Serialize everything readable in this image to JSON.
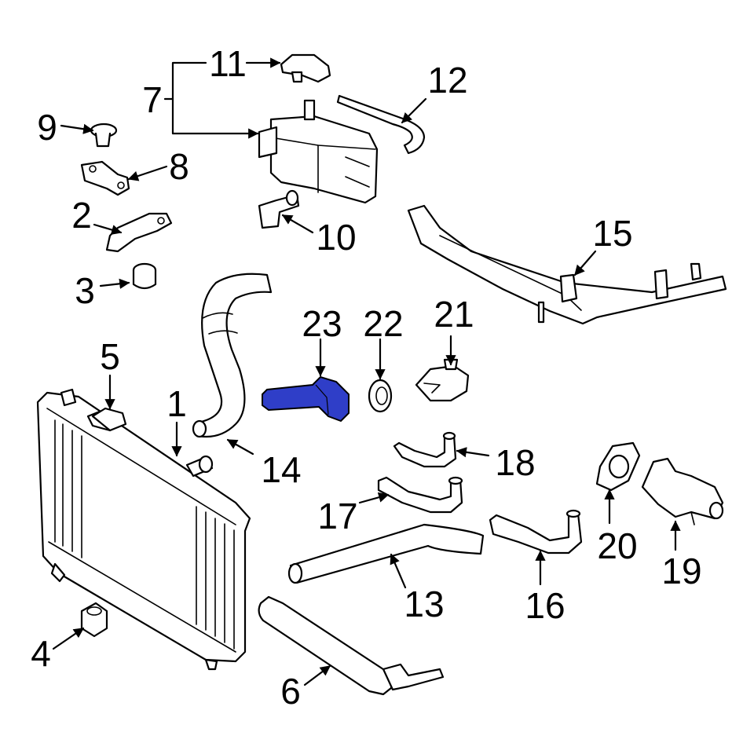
{
  "diagram": {
    "highlight_color": "#2f3ec8",
    "highlighted_part": "23",
    "callouts": {
      "c1": "1",
      "c2": "2",
      "c3": "3",
      "c4": "4",
      "c5": "5",
      "c6": "6",
      "c7": "7",
      "c8": "8",
      "c9": "9",
      "c10": "10",
      "c11": "11",
      "c12": "12",
      "c13": "13",
      "c14": "14",
      "c15": "15",
      "c16": "16",
      "c17": "17",
      "c18": "18",
      "c19": "19",
      "c20": "20",
      "c21": "21",
      "c22": "22",
      "c23": "23"
    }
  }
}
